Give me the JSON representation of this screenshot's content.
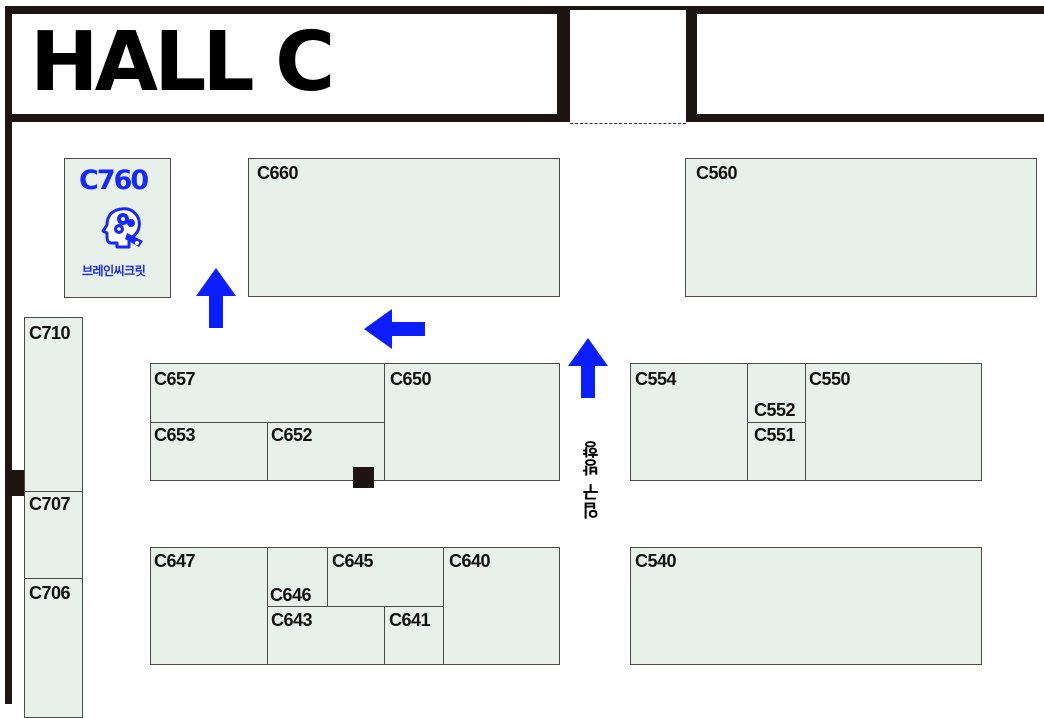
{
  "map": {
    "hall_title": "HALL C",
    "featured_booth": {
      "id": "C760",
      "brand": "브레인씨크릿",
      "brand_logo": "brain-face-logo"
    },
    "entrance_label": "입구 방향",
    "booths": [
      {
        "id": "C660"
      },
      {
        "id": "C560"
      },
      {
        "id": "C710"
      },
      {
        "id": "C707"
      },
      {
        "id": "C706"
      },
      {
        "id": "C657"
      },
      {
        "id": "C650"
      },
      {
        "id": "C653"
      },
      {
        "id": "C652"
      },
      {
        "id": "C554"
      },
      {
        "id": "C552"
      },
      {
        "id": "C551"
      },
      {
        "id": "C550"
      },
      {
        "id": "C647"
      },
      {
        "id": "C645"
      },
      {
        "id": "C640"
      },
      {
        "id": "C646"
      },
      {
        "id": "C643"
      },
      {
        "id": "C641"
      },
      {
        "id": "C540"
      }
    ],
    "arrows": [
      "arrow-up",
      "arrow-left",
      "arrow-up"
    ]
  },
  "colors": {
    "booth_fill": "#e8f1e9",
    "booth_border": "#4a4a4a",
    "wall": "#1e1513",
    "accent": "#1428ff",
    "arrow": "#0a1eff"
  }
}
